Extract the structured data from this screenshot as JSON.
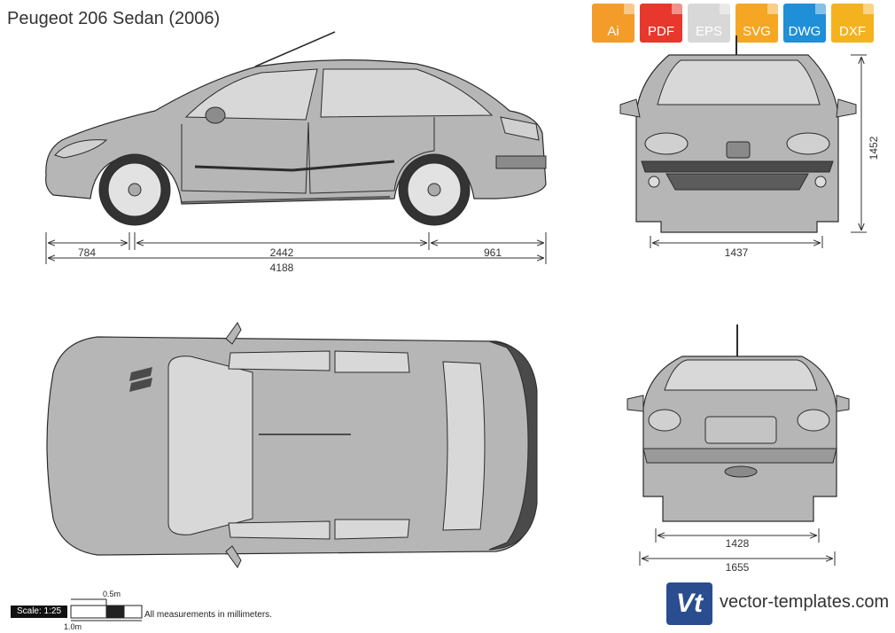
{
  "title": "Peugeot 206 Sedan (2006)",
  "formats": [
    {
      "label": "Ai",
      "color": "#f39c2a"
    },
    {
      "label": "PDF",
      "color": "#e8372c"
    },
    {
      "label": "EPS",
      "color": "#d8d8d8"
    },
    {
      "label": "SVG",
      "color": "#f5a623"
    },
    {
      "label": "DWG",
      "color": "#1f8fd8"
    },
    {
      "label": "DXF",
      "color": "#f5b21f"
    }
  ],
  "dimensions": {
    "front_overhang": "784",
    "wheelbase": "2442",
    "rear_overhang": "961",
    "overall_length": "4188",
    "height": "1452",
    "front_track": "1437",
    "rear_track": "1428",
    "overall_width": "1655"
  },
  "scale": {
    "label": "Scale: 1:25",
    "half_meter": "0.5m",
    "one_meter": "1.0m"
  },
  "note": "All measurements in millimeters.",
  "brand": {
    "logo": "Vt",
    "site": "vector-templates.com"
  },
  "colors": {
    "body": "#b6b6b6",
    "glass": "#d8d8d8",
    "outline": "#2c2c2c",
    "dark": "#4a4a4a"
  }
}
